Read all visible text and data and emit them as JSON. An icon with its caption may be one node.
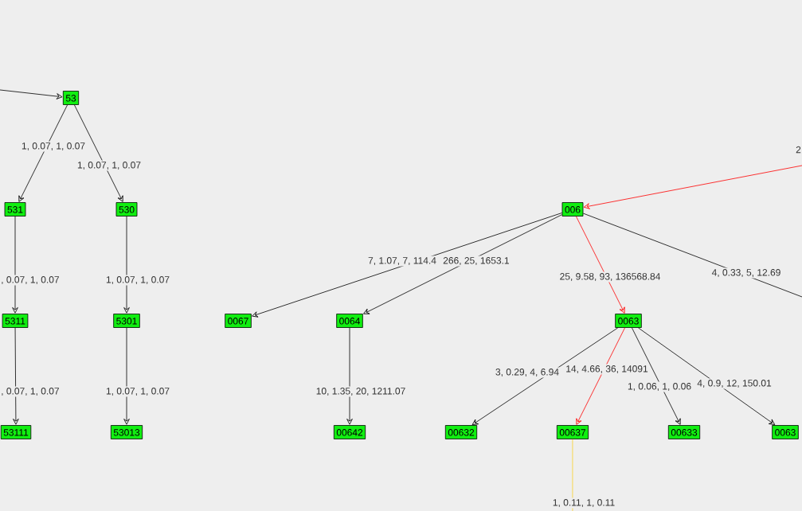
{
  "diagram": {
    "nodes": [
      {
        "text": [
          "53"
        ]
      },
      {
        "text": [
          "531"
        ]
      },
      {
        "text": [
          "530"
        ]
      },
      {
        "text": [
          "006"
        ]
      },
      {
        "text": [
          "5311"
        ]
      },
      {
        "text": [
          "5301"
        ]
      },
      {
        "text": [
          "0067"
        ]
      },
      {
        "text": [
          "0064"
        ]
      },
      {
        "text": [
          "0063"
        ]
      },
      {
        "text": [
          "53111"
        ]
      },
      {
        "text": [
          "53013"
        ]
      },
      {
        "text": [
          "00642"
        ]
      },
      {
        "text": [
          "00632"
        ]
      },
      {
        "text": [
          "00637"
        ]
      },
      {
        "text": [
          "00633"
        ]
      },
      {
        "text": [
          "0063"
        ]
      }
    ],
    "edges": [
      {
        "from": null,
        "to": 0,
        "arrow": "to"
      },
      {
        "from": 0,
        "to": 1,
        "arrow": "to",
        "label": "1, 0.07, 1, 0.07"
      },
      {
        "from": 0,
        "to": 2,
        "arrow": "to",
        "label": "1, 0.07, 1, 0.07"
      },
      {
        "from": null,
        "to": 3,
        "arrow": "to",
        "label": "2",
        "color": "#ff0000"
      },
      {
        "from": 3,
        "to": 6,
        "arrow": "to",
        "label": "7, 1.07, 7, 114.4"
      },
      {
        "from": 3,
        "to": 7,
        "arrow": "to",
        "label": "266, 25, 1653.1"
      },
      {
        "from": 3,
        "to": 8,
        "arrow": "to",
        "label": "25, 9.58, 93, 136568.84",
        "color": "#ff0000"
      },
      {
        "from": 3,
        "to": null,
        "arrow": "none",
        "label": "4, 0.33, 5, 12.69"
      },
      {
        "from": 1,
        "to": 4,
        "arrow": "to",
        "label": ", 0.07, 1, 0.07"
      },
      {
        "from": 2,
        "to": 5,
        "arrow": "to",
        "label": "1, 0.07, 1, 0.07"
      },
      {
        "from": 7,
        "to": 11,
        "arrow": "to",
        "label": "10, 1.35, 20, 1211.07"
      },
      {
        "from": 8,
        "to": 12,
        "arrow": "to",
        "label": "3, 0.29, 4, 6.94"
      },
      {
        "from": 8,
        "to": 13,
        "arrow": "to",
        "label": "14, 4.66, 36, 14091",
        "color": "#ff0000"
      },
      {
        "from": 8,
        "to": 14,
        "arrow": "to",
        "label": "1, 0.06, 1, 0.06"
      },
      {
        "from": 8,
        "to": 15,
        "arrow": "to",
        "label": "4, 0.9, 12, 150.01"
      },
      {
        "from": 4,
        "to": 9,
        "arrow": "to",
        "label": ", 0.07, 1, 0.07"
      },
      {
        "from": 5,
        "to": 10,
        "arrow": "to",
        "label": "1, 0.07, 1, 0.07"
      },
      {
        "from": 13,
        "to": null,
        "arrow": "none",
        "label": "1, 0.11, 1, 0.11",
        "color": "#ffcc00"
      }
    ]
  }
}
